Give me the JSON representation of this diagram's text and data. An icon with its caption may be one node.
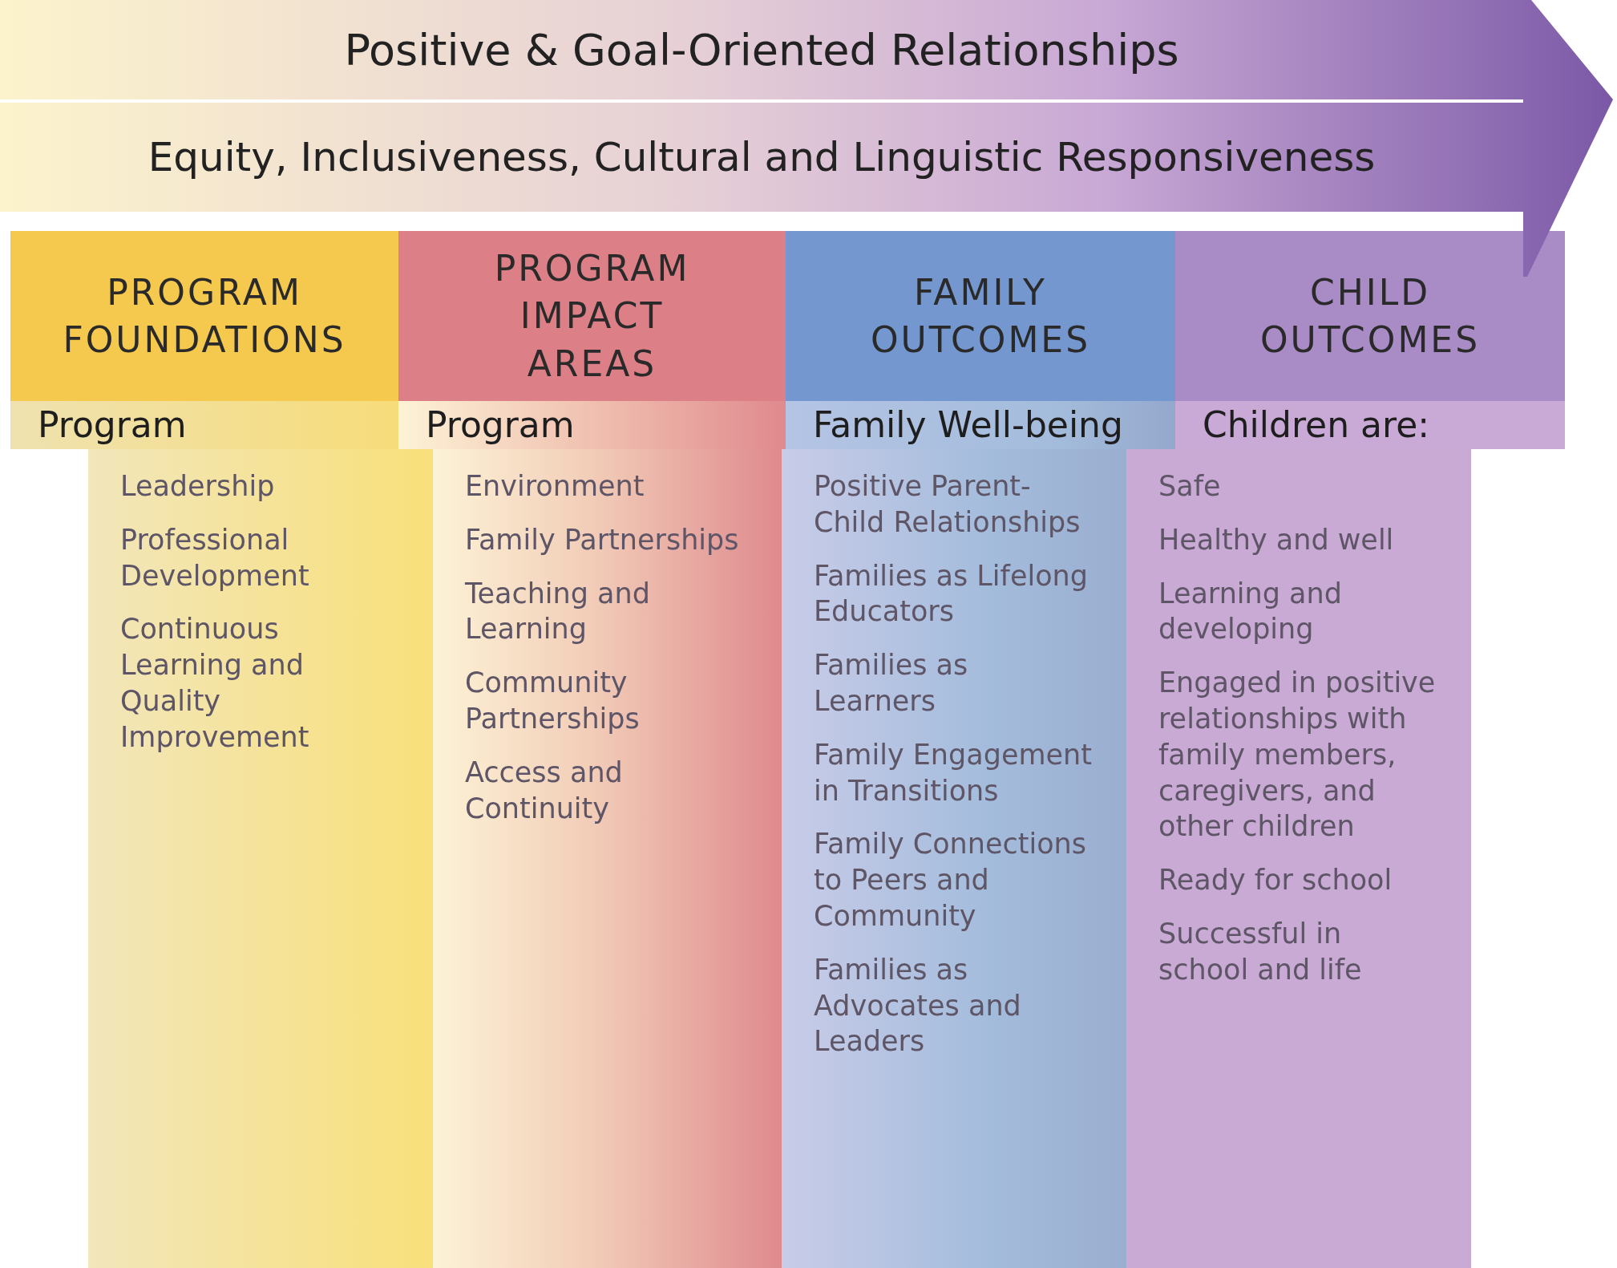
{
  "diagram": {
    "nodes": [
      {
        "text": [
          "Positive & Goal-Oriented Relationships"
        ]
      },
      {
        "text": [
          "Equity, Inclusiveness, Cultural and Linguistic Responsiveness"
        ]
      },
      {
        "text": [
          "PROGRAM FOUNDATIONS"
        ]
      },
      {
        "text": [
          "PROGRAM IMPACT AREAS"
        ]
      },
      {
        "text": [
          "FAMILY OUTCOMES"
        ]
      },
      {
        "text": [
          "CHILD OUTCOMES"
        ]
      },
      {
        "text": [
          "Program"
        ]
      },
      {
        "text": [
          "Program"
        ]
      },
      {
        "text": [
          "Family Well-being"
        ]
      },
      {
        "text": [
          "Children are:"
        ]
      },
      {
        "text": [
          "Leadership",
          "Professional Development",
          "Continuous Learning and Quality Improvement"
        ]
      },
      {
        "text": [
          "Environment",
          "Family Partnerships",
          "Teaching and Learning",
          "Community Partnerships",
          "Access and Continuity"
        ]
      },
      {
        "text": [
          "Positive Parent-Child Relationships",
          "Families as Lifelong Educators",
          "Families as Learners",
          "Family Engagement in Transitions",
          "Family Connections to Peers and Community",
          "Families as Advocates and Leaders"
        ]
      },
      {
        "text": [
          "Safe",
          "Healthy and well",
          "Learning and developing",
          "Engaged in positive relationships with family members, caregivers, and other children",
          "Ready for school",
          "Successful in school and life"
        ]
      }
    ]
  }
}
